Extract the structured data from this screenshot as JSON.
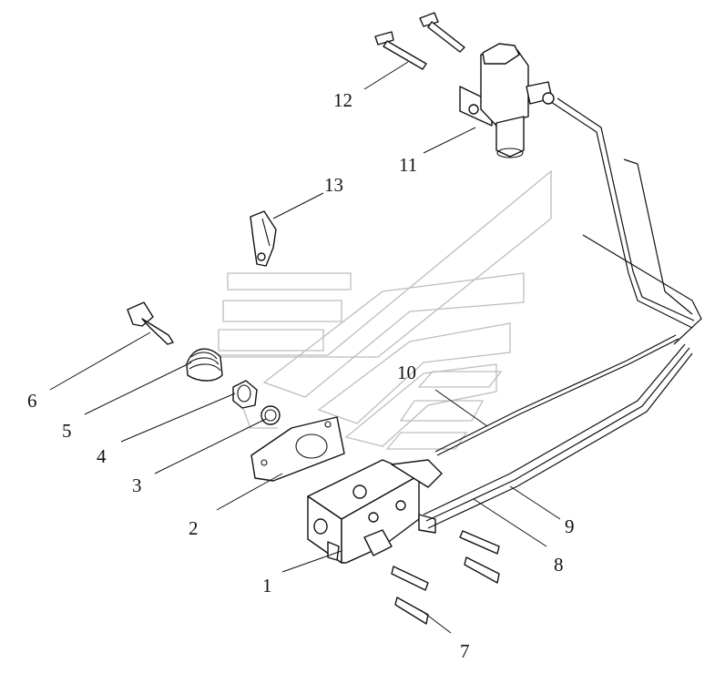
{
  "callouts": [
    {
      "id": "c1",
      "label": "1"
    },
    {
      "id": "c2",
      "label": "2"
    },
    {
      "id": "c3",
      "label": "3"
    },
    {
      "id": "c4",
      "label": "4"
    },
    {
      "id": "c5",
      "label": "5"
    },
    {
      "id": "c6",
      "label": "6"
    },
    {
      "id": "c7",
      "label": "7"
    },
    {
      "id": "c8",
      "label": "8"
    },
    {
      "id": "c9",
      "label": "9"
    },
    {
      "id": "c10",
      "label": "10"
    },
    {
      "id": "c11",
      "label": "11"
    },
    {
      "id": "c12",
      "label": "12"
    },
    {
      "id": "c13",
      "label": "13"
    }
  ],
  "colors": {
    "line": "#111111",
    "watermark": "#bdbdbd",
    "background": "#ffffff"
  }
}
